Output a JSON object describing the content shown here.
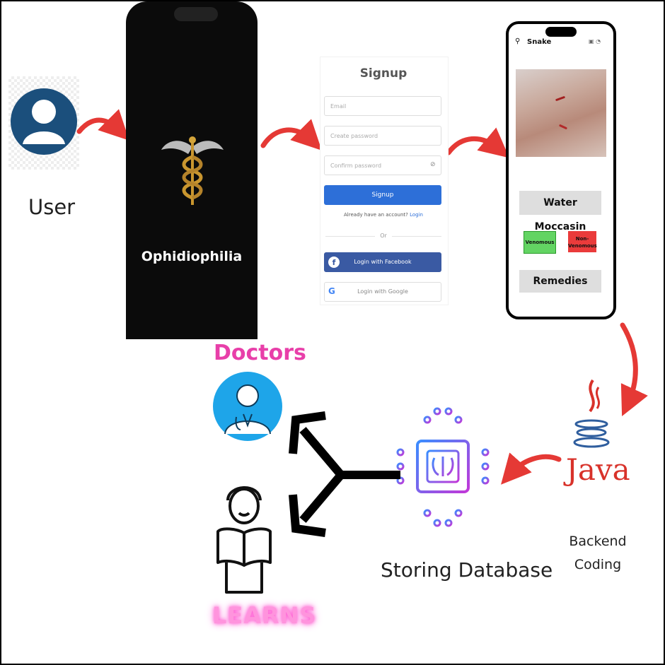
{
  "user": {
    "label": "User"
  },
  "splash": {
    "app_name": "Ophidiophilia"
  },
  "signup": {
    "title": "Signup",
    "email_placeholder": "Email",
    "create_password_placeholder": "Create password",
    "confirm_password_placeholder": "Confirm password",
    "signup_button": "Signup",
    "already_text": "Already have an account?",
    "login_link": "Login",
    "or_text": "Or",
    "facebook_button": "Login with Facebook",
    "google_button": "Login with Google"
  },
  "result": {
    "title": "Snake",
    "species": "Water Moccasin",
    "venomous": "Venomous",
    "non_venomous": "Non-\nVenomous",
    "remedies": "Remedies"
  },
  "backend": {
    "java_text": "Java",
    "label": "Backend\nCoding"
  },
  "database": {
    "label": "Storing Database"
  },
  "outputs": {
    "doctors": "Doctors",
    "learns": "LEARNS"
  },
  "colors": {
    "arrow": "#e53935",
    "doctors": "#e83fa9",
    "learns": "#ff94dd",
    "user_circle": "#1b4f7c",
    "ai_gradient_start": "#3a8dff",
    "ai_gradient_end": "#c238d8"
  }
}
